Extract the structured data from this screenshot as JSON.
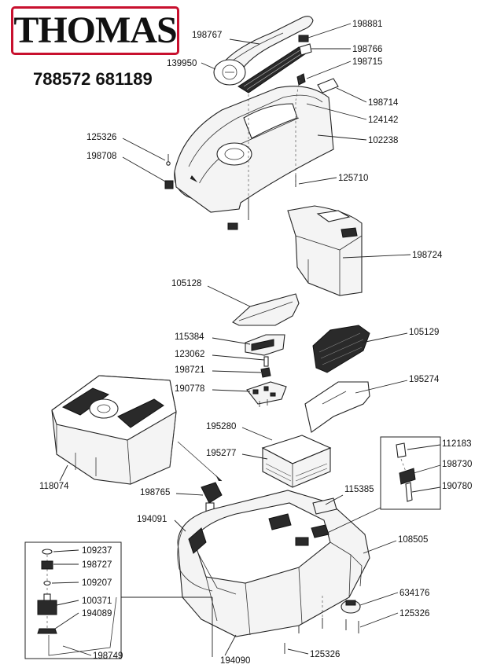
{
  "brand": {
    "logo_text": "THOMAS",
    "accent": "#c8102e"
  },
  "document": {
    "part_numbers": "788572 681189"
  },
  "callouts": [
    "198881",
    "198767",
    "198766",
    "139950",
    "198715",
    "198714",
    "124142",
    "102238",
    "125326",
    "198708",
    "125710",
    "198724",
    "105128",
    "115384",
    "105129",
    "123062",
    "198721",
    "190778",
    "195274",
    "195280",
    "195277",
    "118074",
    "112183",
    "198730",
    "190780",
    "198765",
    "115385",
    "194091",
    "108505",
    "109237",
    "198727",
    "109207",
    "100371",
    "194089",
    "634176",
    "125326",
    "198749",
    "194090",
    "125326"
  ]
}
